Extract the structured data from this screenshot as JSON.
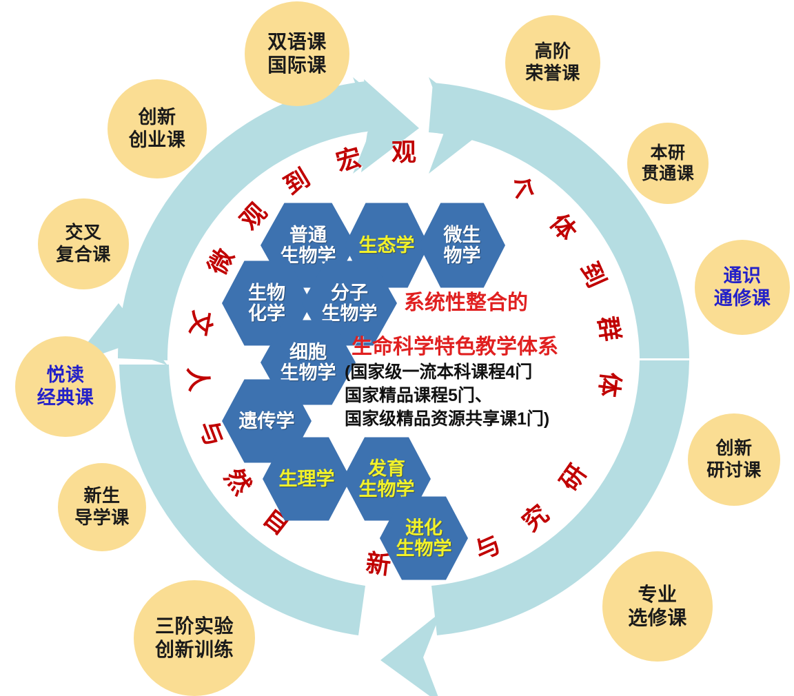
{
  "diagram": {
    "center": {
      "headline_line1": "系统性整合的",
      "headline_line2": "生命科学特色教学体系",
      "note_line1": "(国家级一流本科课程4门",
      "note_line2": "国家精品课程5门、",
      "note_line3": "国家级精品资源共享课1门)"
    },
    "hexagons": [
      {
        "id": "general-biology",
        "line1": "普通",
        "line2": "生物学",
        "text_color": "#FFFFFF"
      },
      {
        "id": "ecology",
        "line1": "生态学",
        "line2": "",
        "text_color": "#F2F22A"
      },
      {
        "id": "microbiology",
        "line1": "微生",
        "line2": "物学",
        "text_color": "#FFFFFF"
      },
      {
        "id": "biochemistry",
        "line1": "生物",
        "line2": "化学",
        "text_color": "#FFFFFF"
      },
      {
        "id": "molecular-biology",
        "line1": "分子",
        "line2": "生物学",
        "text_color": "#FFFFFF"
      },
      {
        "id": "cell-biology",
        "line1": "细胞",
        "line2": "生物学",
        "text_color": "#FFFFFF"
      },
      {
        "id": "genetics",
        "line1": "遗传学",
        "line2": "",
        "text_color": "#FFFFFF"
      },
      {
        "id": "physiology",
        "line1": "生理学",
        "line2": "",
        "text_color": "#F2F22A"
      },
      {
        "id": "developmental-biology",
        "line1": "发育",
        "line2": "生物学",
        "text_color": "#F2F22A"
      },
      {
        "id": "evolutionary-biology",
        "line1": "进化",
        "line2": "生物学",
        "text_color": "#F2F22A"
      }
    ],
    "arrows": [
      {
        "id": "micro-to-macro",
        "label": "微观到宏观",
        "position": "top-left",
        "color": "#C00000"
      },
      {
        "id": "individual-to-population",
        "label": "个体到群体",
        "position": "top-right",
        "color": "#C00000"
      },
      {
        "id": "research-and-innovation",
        "label": "研究与创新",
        "position": "bottom-right",
        "color": "#C00000"
      },
      {
        "id": "nature-and-humanities",
        "label": "自然与人文",
        "position": "bottom-left",
        "color": "#C00000"
      }
    ],
    "bubbles": [
      {
        "id": "bilingual-international",
        "line1": "双语课",
        "line2": "国际课",
        "text_color": "#1a1a1a"
      },
      {
        "id": "advanced-honors",
        "line1": "高阶",
        "line2": "荣誉课",
        "text_color": "#1a1a1a"
      },
      {
        "id": "innovation-entrepreneur",
        "line1": "创新",
        "line2": "创业课",
        "text_color": "#1a1a1a"
      },
      {
        "id": "undergrad-grad-through",
        "line1": "本研",
        "line2": "贯通课",
        "text_color": "#1a1a1a"
      },
      {
        "id": "interdisciplinary",
        "line1": "交叉",
        "line2": "复合课",
        "text_color": "#1a1a1a"
      },
      {
        "id": "general-education",
        "line1": "通识",
        "line2": "通修课",
        "text_color": "#2421C8"
      },
      {
        "id": "classic-reading",
        "line1": "悦读",
        "line2": "经典课",
        "text_color": "#2421C8"
      },
      {
        "id": "innovation-seminar",
        "line1": "创新",
        "line2": "研讨课",
        "text_color": "#1a1a1a"
      },
      {
        "id": "freshman-tutorial",
        "line1": "新生",
        "line2": "导学课",
        "text_color": "#1a1a1a"
      },
      {
        "id": "major-elective",
        "line1": "专业",
        "line2": "选修课",
        "text_color": "#1a1a1a"
      },
      {
        "id": "three-tier-experiment",
        "line1": "三阶实验",
        "line2": "创新训练",
        "text_color": "#1a1a1a"
      }
    ],
    "colors": {
      "bubble_fill": "#FADD93",
      "hex_fill": "#3D72B0",
      "arrow_fill": "#B5DDE2",
      "headline_red": "#E02020",
      "arc_label_red": "#C00000",
      "blue_text": "#2421C8",
      "yellow_text": "#F2F22A",
      "background": "#FFFFFF"
    }
  }
}
